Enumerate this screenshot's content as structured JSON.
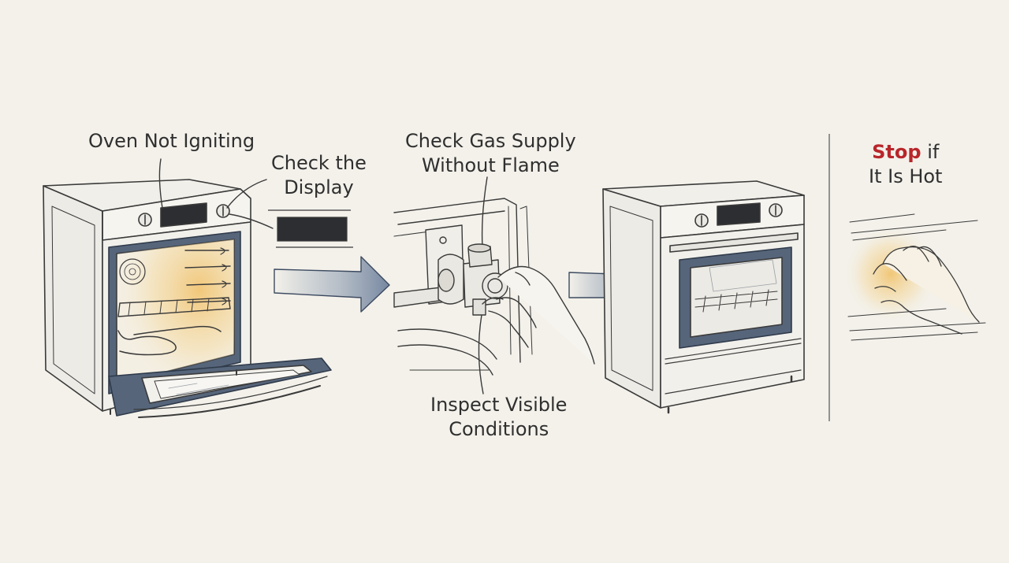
{
  "colors": {
    "background": "#f3f1ea",
    "ink": "#3a3a3a",
    "door_frame": "#56657a",
    "arrow": "#7d8ea7",
    "warm_glow": "#f1c574",
    "stop_red": "#b8262b"
  },
  "panels": [
    {
      "illustration": "oven-door-open",
      "labels": {
        "problem": "Oven Not Igniting",
        "display_line1": "Check the",
        "display_line2": "Display"
      }
    },
    {
      "illustration": "gas-valve-hand",
      "labels": {
        "gas_line1": "Check Gas Supply",
        "gas_line2": "Without Flame",
        "inspect_line1": "Inspect Visible",
        "inspect_line2": "Conditions"
      }
    },
    {
      "illustration": "oven-door-closed",
      "labels": {}
    },
    {
      "illustration": "hand-on-hot-surface",
      "labels": {
        "stop_word": "Stop",
        "stop_rest": " if",
        "stop_line2": "It Is Hot"
      }
    }
  ],
  "arrows": [
    "arrow-right-icon",
    "arrow-right-icon"
  ]
}
